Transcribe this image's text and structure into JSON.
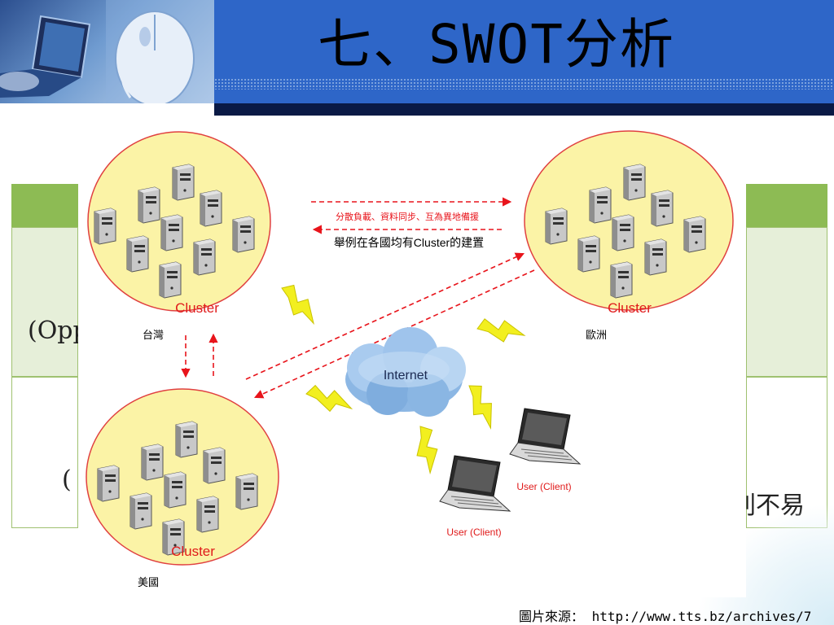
{
  "slide": {
    "title": "七、SWOT分析",
    "caption": "圖片來源： http://www.tts.bz/archives/7"
  },
  "background_table": {
    "left_fragment_1": "(Opp",
    "left_fragment_2": "(",
    "right_fragment": "削不易"
  },
  "diagram": {
    "sync_label": "分散負載、資料同步、互為異地備援",
    "example_label": "舉例在各國均有Cluster的建置",
    "internet_label": "Internet",
    "clusters": [
      {
        "label": "Cluster",
        "region": "台灣"
      },
      {
        "label": "Cluster",
        "region": "歐洲"
      },
      {
        "label": "Cluster",
        "region": "美國"
      }
    ],
    "users": [
      {
        "label": "User (Client)"
      },
      {
        "label": "User (Client)"
      }
    ]
  },
  "colors": {
    "header_blue": "#2e66c8",
    "table_green": "#8dbb54",
    "cluster_fill": "#fbf3a6",
    "cluster_stroke": "#e04040",
    "dashed_arrow": "#e8141b",
    "lightning": "#f2ef1f"
  }
}
